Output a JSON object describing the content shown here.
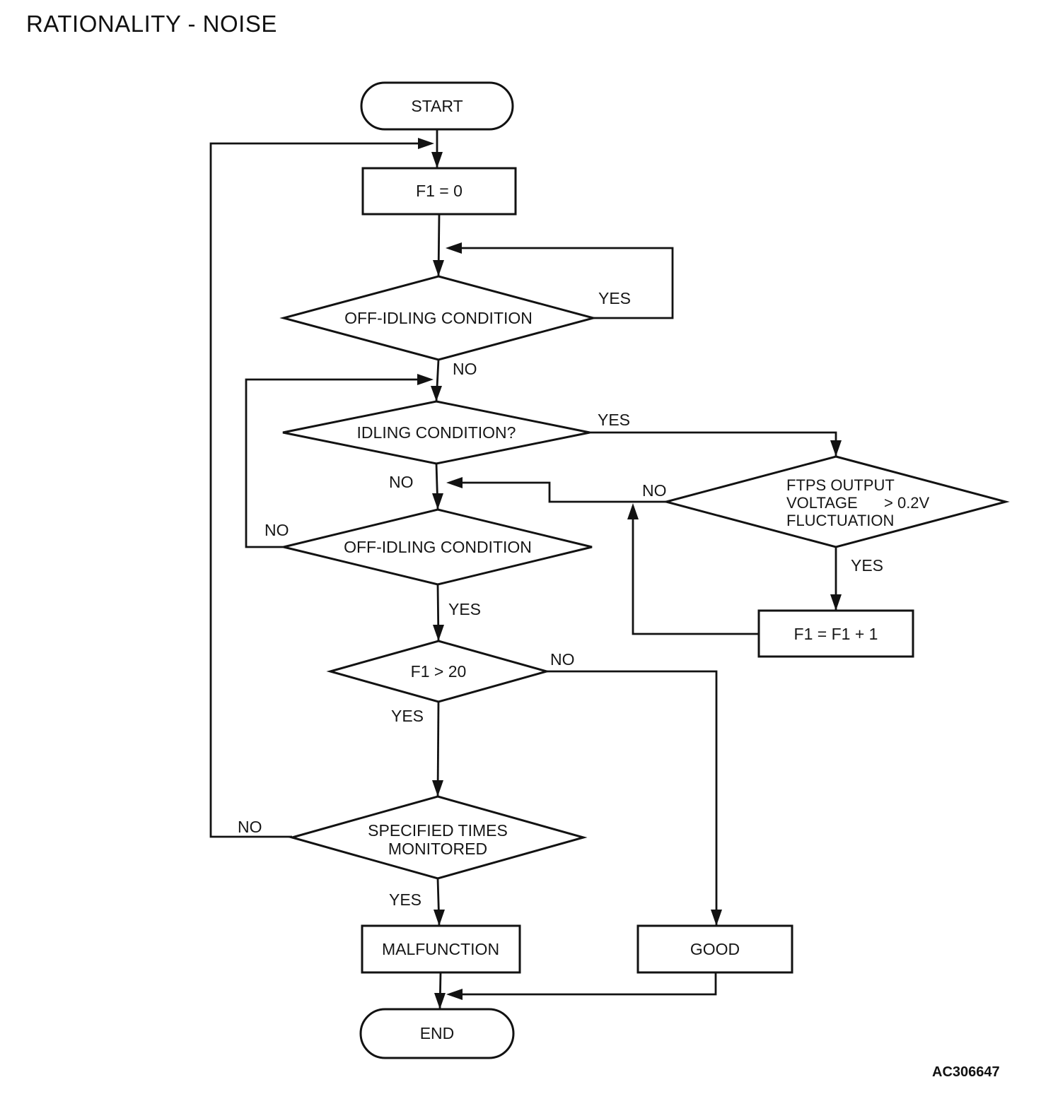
{
  "title": "RATIONALITY - NOISE",
  "figure_code": "AC306647",
  "nodes": {
    "start": {
      "label": "START",
      "type": "terminator"
    },
    "f1_init": {
      "label": "F1 = 0",
      "type": "process"
    },
    "off_idling_1": {
      "label": "OFF-IDLING CONDITION",
      "type": "decision"
    },
    "idling": {
      "label": "IDLING CONDITION?",
      "type": "decision"
    },
    "off_idling_2": {
      "label": "OFF-IDLING CONDITION",
      "type": "decision"
    },
    "ftps": {
      "line1": "FTPS OUTPUT",
      "line2a": "VOLTAGE",
      "line2b": "> 0.2V",
      "line3": "FLUCTUATION",
      "type": "decision"
    },
    "f1_increment": {
      "label": "F1 = F1 + 1",
      "type": "process"
    },
    "f1_gt_20": {
      "label": "F1 > 20",
      "type": "decision"
    },
    "specified": {
      "line1": "SPECIFIED TIMES",
      "line2": "MONITORED",
      "type": "decision"
    },
    "malfunction": {
      "label": "MALFUNCTION",
      "type": "process"
    },
    "good": {
      "label": "GOOD",
      "type": "process"
    },
    "end": {
      "label": "END",
      "type": "terminator"
    }
  },
  "edge_labels": {
    "off_idling_1_yes": "YES",
    "off_idling_1_no": "NO",
    "idling_yes": "YES",
    "idling_no": "NO",
    "ftps_no": "NO",
    "ftps_yes": "YES",
    "off_idling_2_no": "NO",
    "off_idling_2_yes": "YES",
    "f1_gt_20_no": "NO",
    "f1_gt_20_yes": "YES",
    "specified_no": "NO",
    "specified_yes": "YES"
  },
  "edges": [
    {
      "from": "START",
      "to": "F1 = 0",
      "label": ""
    },
    {
      "from": "F1 = 0",
      "to": "OFF-IDLING CONDITION (1)",
      "label": ""
    },
    {
      "from": "OFF-IDLING CONDITION (1)",
      "to": "OFF-IDLING CONDITION (1)",
      "label": "YES"
    },
    {
      "from": "OFF-IDLING CONDITION (1)",
      "to": "IDLING CONDITION?",
      "label": "NO"
    },
    {
      "from": "IDLING CONDITION?",
      "to": "FTPS OUTPUT VOLTAGE > 0.2V FLUCTUATION",
      "label": "YES"
    },
    {
      "from": "IDLING CONDITION?",
      "to": "OFF-IDLING CONDITION (2)",
      "label": "NO"
    },
    {
      "from": "FTPS OUTPUT VOLTAGE > 0.2V FLUCTUATION",
      "to": "OFF-IDLING CONDITION (2)",
      "label": "NO"
    },
    {
      "from": "FTPS OUTPUT VOLTAGE > 0.2V FLUCTUATION",
      "to": "F1 = F1 + 1",
      "label": "YES"
    },
    {
      "from": "F1 = F1 + 1",
      "to": "OFF-IDLING CONDITION (2)",
      "label": ""
    },
    {
      "from": "OFF-IDLING CONDITION (2)",
      "to": "OFF-IDLING CONDITION (2)",
      "label": "NO"
    },
    {
      "from": "OFF-IDLING CONDITION (2)",
      "to": "F1 > 20",
      "label": "YES"
    },
    {
      "from": "F1 > 20",
      "to": "GOOD",
      "label": "NO"
    },
    {
      "from": "F1 > 20",
      "to": "SPECIFIED TIMES MONITORED",
      "label": "YES"
    },
    {
      "from": "SPECIFIED TIMES MONITORED",
      "to": "F1 = 0",
      "label": "NO"
    },
    {
      "from": "SPECIFIED TIMES MONITORED",
      "to": "MALFUNCTION",
      "label": "YES"
    },
    {
      "from": "MALFUNCTION",
      "to": "END",
      "label": ""
    },
    {
      "from": "GOOD",
      "to": "END",
      "label": ""
    }
  ],
  "colors": {
    "ink": "#121212",
    "background": "#ffffff"
  }
}
